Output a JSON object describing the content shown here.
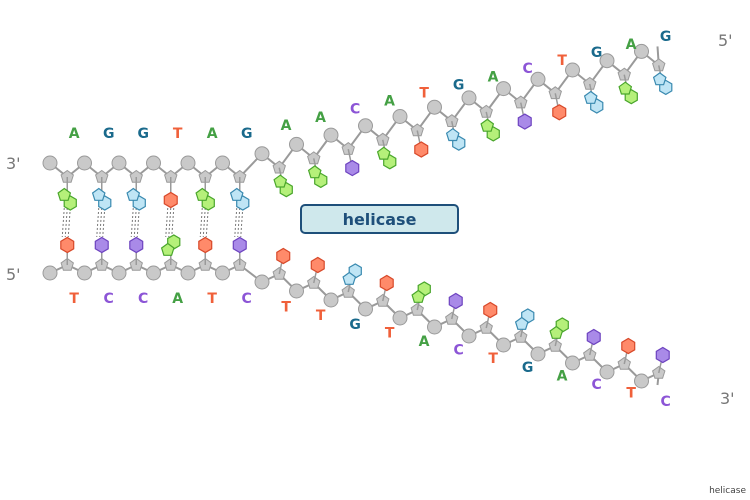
{
  "ends": {
    "top_left": "3'",
    "top_right": "5'",
    "bottom_left": "5'",
    "bottom_right": "3'"
  },
  "top_strand": [
    "A",
    "G",
    "G",
    "T",
    "A",
    "G",
    "A",
    "A",
    "C",
    "A",
    "T",
    "G",
    "A",
    "C",
    "T",
    "G",
    "A",
    "G"
  ],
  "bottom_strand": [
    "T",
    "C",
    "C",
    "A",
    "T",
    "C",
    "T",
    "T",
    "G",
    "T",
    "A",
    "C",
    "T",
    "G",
    "A",
    "C",
    "T",
    "C"
  ],
  "paired_count": 6,
  "helicase_label": "helicase",
  "credit": "helicase",
  "colors": {
    "A": "#44a044",
    "G": "#1a6a8c",
    "T": "#f0603a",
    "C": "#8c55d6",
    "backbone": "#c9c9c9",
    "backbone_stroke": "#9a9a9a",
    "helicase_fill": "#cfe8ec",
    "helicase_stroke": "#1e4f7a"
  },
  "base_shapes": {
    "A": {
      "fill": "#b5f07a",
      "stroke": "#4aa62c",
      "shape": "double"
    },
    "G": {
      "fill": "#bfe5f5",
      "stroke": "#3a8ab0",
      "shape": "double"
    },
    "T": {
      "fill": "#ff8a6a",
      "stroke": "#d8492a",
      "shape": "single"
    },
    "C": {
      "fill": "#a98ae8",
      "stroke": "#6e44c0",
      "shape": "single"
    }
  }
}
